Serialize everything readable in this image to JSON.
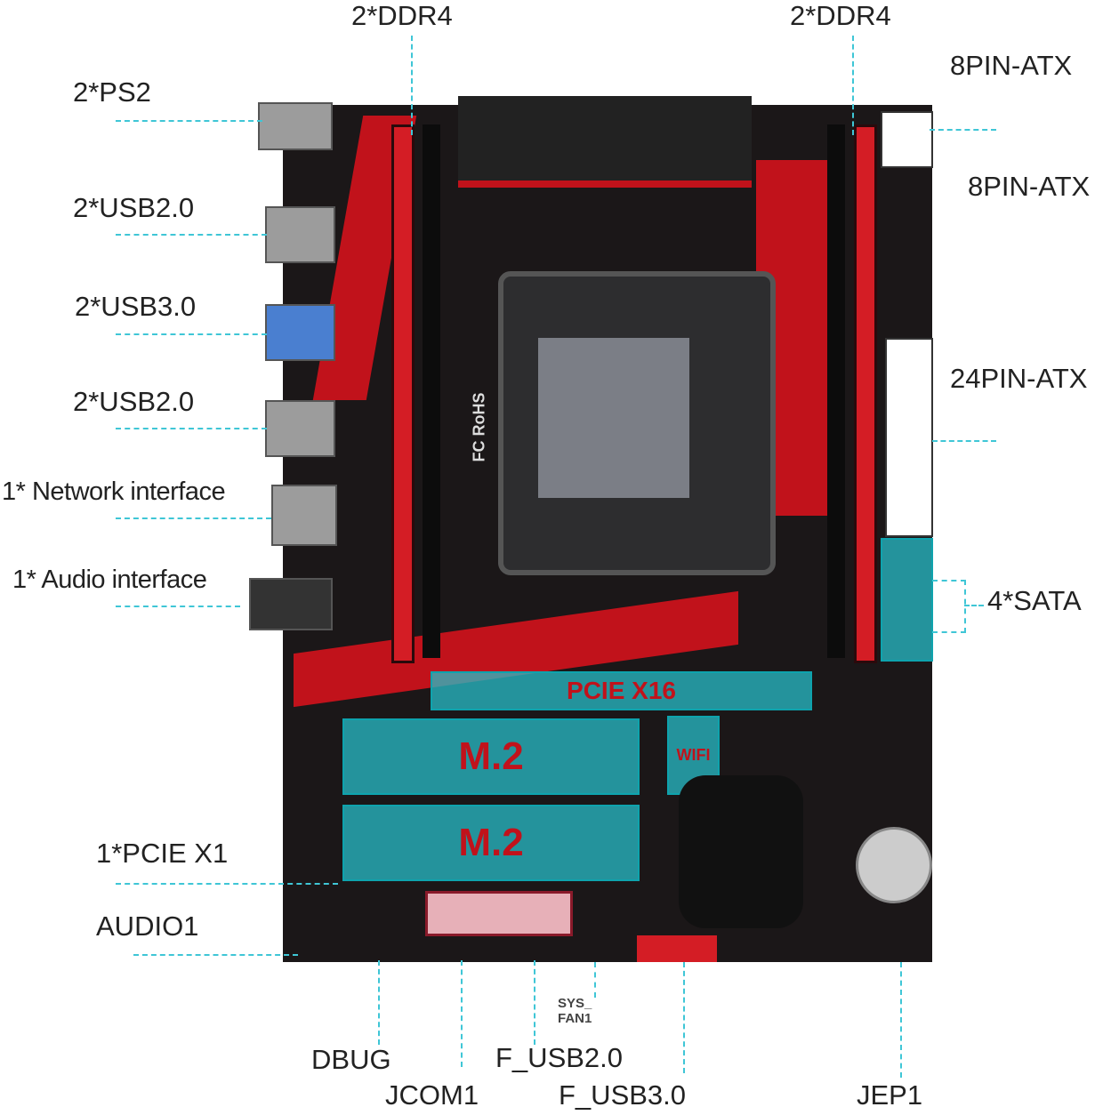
{
  "labels": {
    "ddr4_left": "2*DDR4",
    "ddr4_right": "2*DDR4",
    "atx8_a": "8PIN-ATX",
    "atx8_b": "8PIN-ATX",
    "atx24": "24PIN-ATX",
    "sata": "4*SATA",
    "ps2": "2*PS2",
    "usb20_a": "2*USB2.0",
    "usb30": "2*USB3.0",
    "usb20_b": "2*USB2.0",
    "network": "1* Network interface",
    "audio": "1* Audio interface",
    "pcie_x1": "1*PCIE X1",
    "audio1": "AUDIO1",
    "dbug": "DBUG",
    "jcom1": "JCOM1",
    "f_usb20": "F_USB2.0",
    "sys_fan1": "SYS_\nFAN1",
    "f_usb30": "F_USB3.0",
    "jep1": "JEP1"
  },
  "board": {
    "pcie_x16": "PCIE X16",
    "m2_a": "M.2",
    "m2_b": "M.2",
    "wifi": "WIFI",
    "rohs": "FC RoHS"
  },
  "colors": {
    "accent": "#3fc6d6",
    "board_red": "#c1121b"
  }
}
